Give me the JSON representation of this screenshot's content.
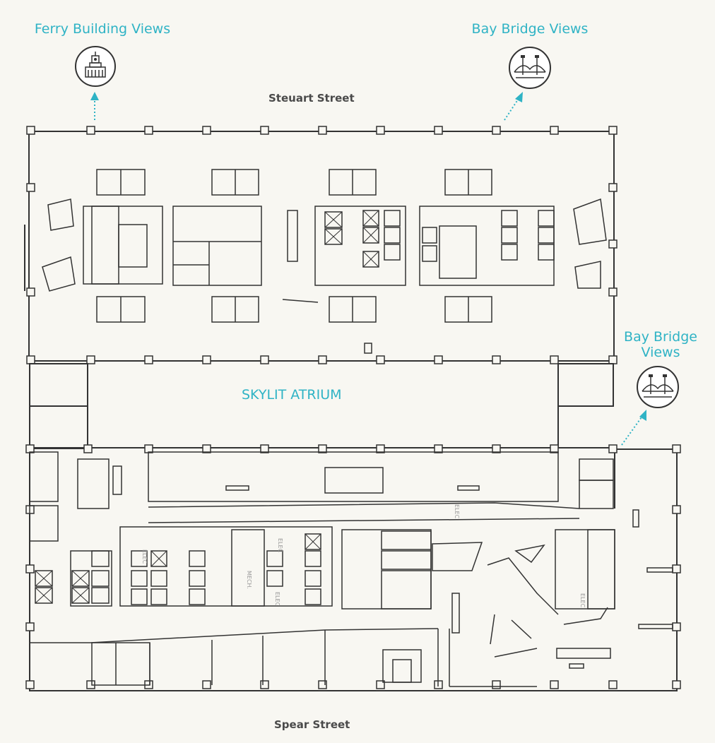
{
  "labels": {
    "ferry_views": "Ferry Building Views",
    "bay_views_top": "Bay Bridge Views",
    "bay_views_right_line1": "Bay Bridge",
    "bay_views_right_line2": "Views",
    "north_street": "Steuart Street",
    "south_street": "Spear Street",
    "atrium": "SKYLIT ATRIUM"
  },
  "room_labels": {
    "elec": "ELEC",
    "mech": "MECH."
  },
  "icons": {
    "ferry": "ferry-building-icon",
    "bridge": "bay-bridge-icon"
  },
  "colors": {
    "accent": "#2fb3c5",
    "line": "#333333",
    "background": "#f8f7f2"
  }
}
